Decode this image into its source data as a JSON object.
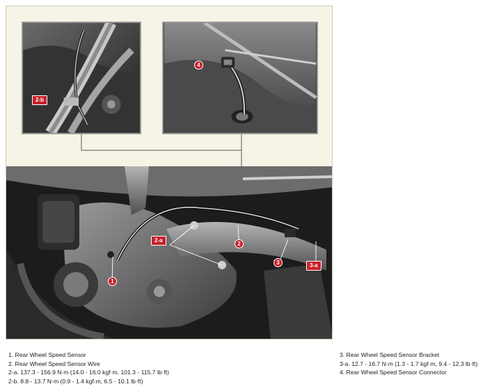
{
  "callouts": {
    "c1": "1",
    "c2": "2",
    "c2a": "2-a",
    "c2b": "2-b",
    "c3": "3",
    "c3a": "3-a",
    "c4": "4"
  },
  "legend": {
    "left": [
      "1. Rear Wheel Speed Sensor",
      "2. Rear Wheel Speed Sensor Wire",
      "2-a. 137.3 - 156.9 N·m (14.0 - 16.0 kgf·m, 101.3 - 115.7 lb·ft)",
      "2-b. 8.8 - 13.7 N·m (0.9 - 1.4 kgf·m, 6.5 - 10.1 lb·ft)"
    ],
    "right": [
      "3. Rear Wheel Speed Sensor Bracket",
      "3-a. 12.7 - 16.7 N·m (1.3 - 1.7 kgf·m, 9.4 - 12.3 lb·ft)",
      "4. Rear Wheel Speed Sensor Connector"
    ]
  },
  "colors": {
    "callout_fill": "#c8202a",
    "figure_background": "#f6f4e6",
    "leader_line": "#ffffff"
  }
}
